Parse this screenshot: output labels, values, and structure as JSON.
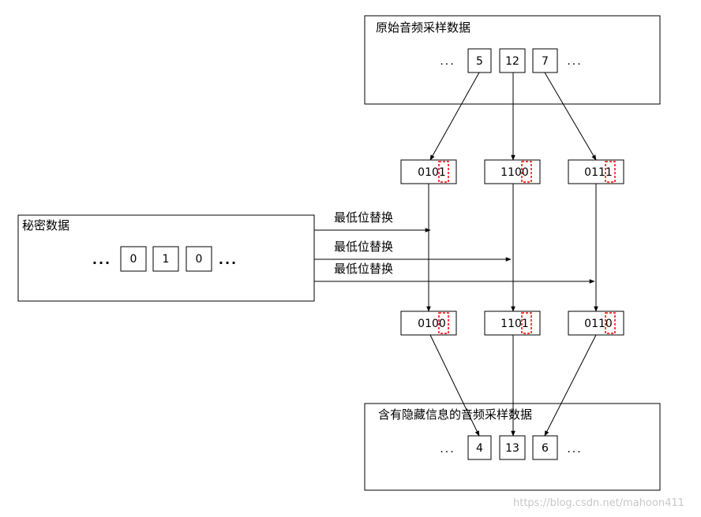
{
  "original_box": {
    "title": "原始音频采样数据",
    "ellipsis": "...",
    "values": [
      "5",
      "12",
      "7"
    ]
  },
  "middle_row": [
    "0101",
    "1100",
    "0111"
  ],
  "secret_box": {
    "title": "秘密数据",
    "ellipsis": "...",
    "bits": [
      "0",
      "1",
      "0"
    ]
  },
  "replace_labels": [
    "最低位替换",
    "最低位替换",
    "最低位替换"
  ],
  "lower_row": [
    "0100",
    "1101",
    "0110"
  ],
  "result_box": {
    "title": "含有隐藏信息的音频采样数据",
    "ellipsis": "...",
    "values": [
      "4",
      "13",
      "6"
    ]
  },
  "watermark": "https://blog.csdn.net/mahoon411",
  "colors": {
    "highlight": "#ff0000",
    "stroke": "#000000"
  }
}
